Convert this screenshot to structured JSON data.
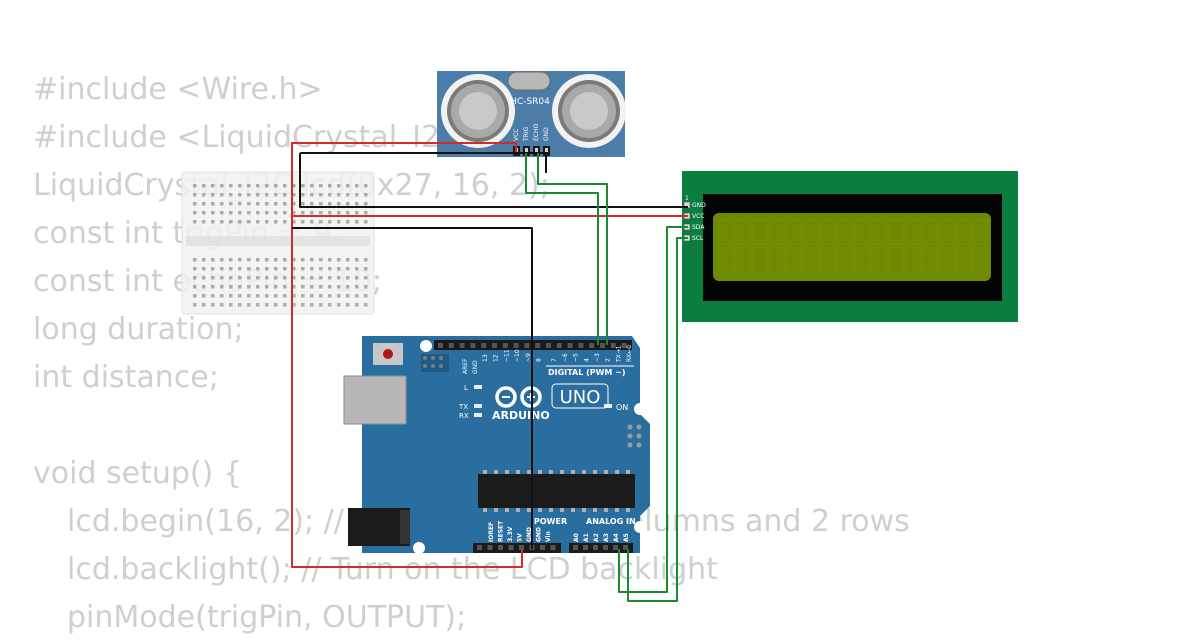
{
  "code": [
    {
      "text": "#include <Wire.h>",
      "indent": false
    },
    {
      "text": "#include <LiquidCrystal_I2C.h>",
      "indent": false
    },
    {
      "text": "LiquidCrystal_I2C lcd(0x27, 16, 2);",
      "indent": false
    },
    {
      "text": "const int trigPin = 9;",
      "indent": false
    },
    {
      "text": "const int echoPin = 10;",
      "indent": false
    },
    {
      "text": "long duration;",
      "indent": false
    },
    {
      "text": "int distance;",
      "indent": false
    },
    {
      "text": "",
      "indent": false
    },
    {
      "text": "void setup() {",
      "indent": false
    },
    {
      "text": "lcd.begin(16, 2); // Initialize with 16 columns and 2 rows",
      "indent": true
    },
    {
      "text": "lcd.backlight(); // Turn on the LCD backlight",
      "indent": true
    },
    {
      "text": "pinMode(trigPin, OUTPUT);",
      "indent": true
    }
  ],
  "sensor": {
    "name": "HC-SR04",
    "pins": [
      "VCC",
      "TRIG",
      "ECHO",
      "GND"
    ]
  },
  "lcd": {
    "pin_marker": "1",
    "pins": [
      "GND",
      "VCC",
      "SDA",
      "SCL"
    ]
  },
  "arduino": {
    "aref": "AREF",
    "gnd": "GND",
    "digital_pins": [
      "13",
      "12",
      "~11",
      "~10",
      "~9",
      "8",
      "7",
      "~6",
      "~5",
      "4",
      "~3",
      "2",
      "TX→1",
      "RX←0"
    ],
    "digital_label": "DIGITAL (PWM ~)",
    "led_l": "L",
    "led_tx": "TX",
    "led_rx": "RX",
    "on_label": "ON",
    "brand": "ARDUINO",
    "model": "UNO",
    "power_label": "POWER",
    "analog_label": "ANALOG IN",
    "power_pins": [
      "IOREF",
      "RESET",
      "3.3V",
      "5V",
      "GND",
      "GND",
      "Vin"
    ],
    "analog_pins": [
      "A0",
      "A1",
      "A2",
      "A3",
      "A4",
      "A5"
    ]
  },
  "colors": {
    "wire_red": "#d42a2a",
    "wire_green": "#1b8a2c",
    "wire_black": "#111111",
    "board_blue": "#2a6ea0",
    "lcd_pcb": "#0a7d3f",
    "lcd_screen": "#6d8a00",
    "sensor_blue": "#4c7ca8"
  }
}
